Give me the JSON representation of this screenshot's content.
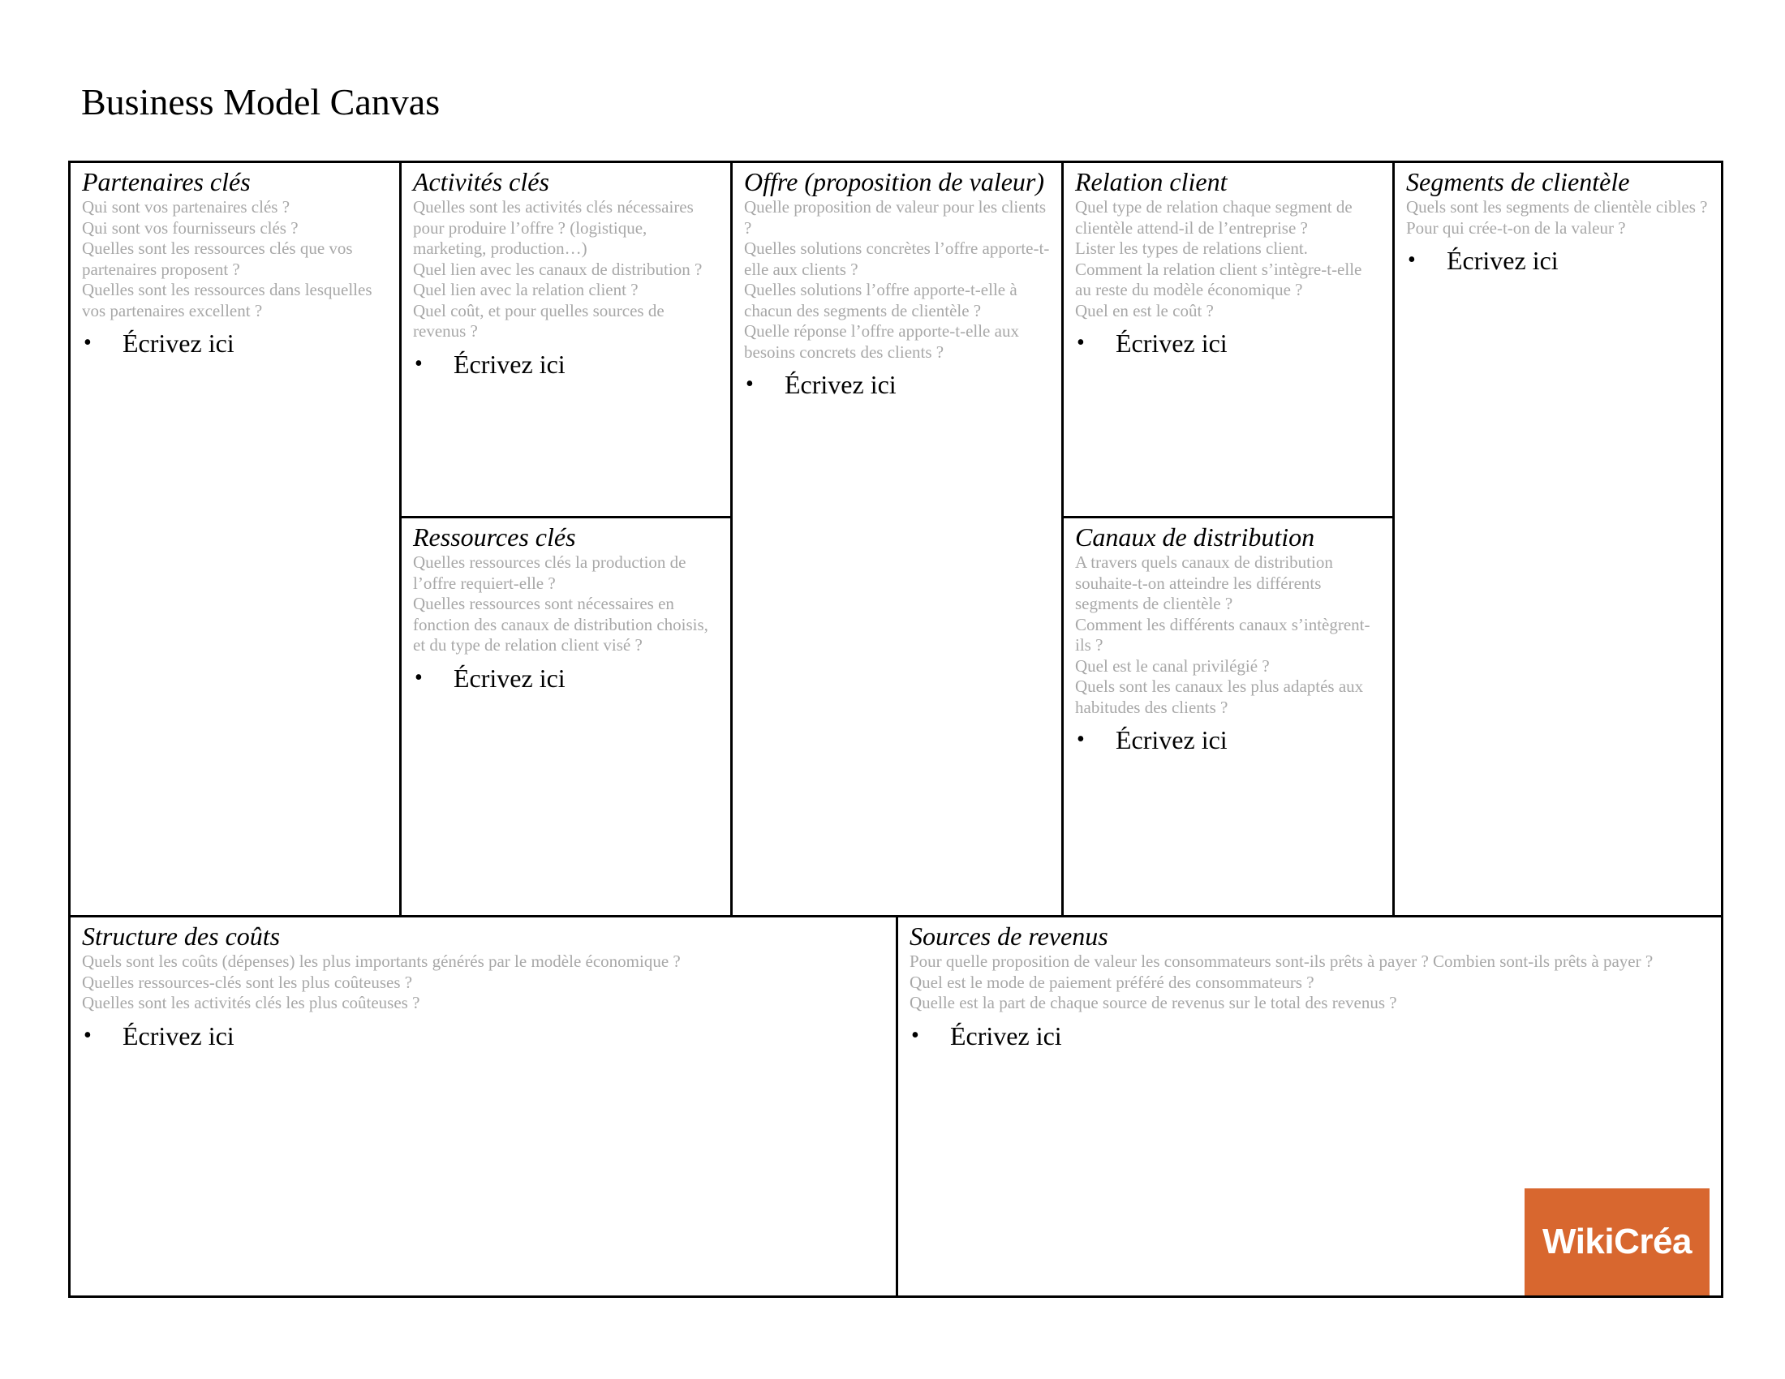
{
  "document": {
    "title": "Business Model Canvas"
  },
  "canvas": {
    "bullet_glyph": "•",
    "placeholder_text": "Écrivez ici",
    "partners": {
      "title": "Partenaires clés",
      "hints": [
        "Qui sont vos partenaires clés ?",
        "Qui sont vos fournisseurs clés ?",
        "Quelles sont les ressources clés que vos partenaires proposent ?",
        "Quelles sont les ressources dans lesquelles vos partenaires excellent ?"
      ],
      "bullet": "Écrivez ici"
    },
    "activities": {
      "title": "Activités clés",
      "hints": [
        "Quelles sont les activités clés nécessaires pour produire l’offre ? (logistique, marketing, production…)",
        "Quel lien avec les canaux de distribution ?",
        "Quel lien avec la relation client ?",
        "Quel coût, et pour quelles sources de revenus ?"
      ],
      "bullet": "Écrivez ici"
    },
    "resources": {
      "title": "Ressources clés",
      "hints": [
        "Quelles ressources clés la production de l’offre requiert-elle ?",
        "Quelles ressources sont nécessaires en fonction des canaux de distribution choisis, et du type de relation client visé ?"
      ],
      "bullet": "Écrivez ici"
    },
    "offer": {
      "title": "Offre (proposition de valeur)",
      "hints": [
        "Quelle proposition de valeur pour les clients ?",
        "Quelles solutions concrètes l’offre apporte-t-elle aux clients ?",
        "Quelles solutions l’offre apporte-t-elle à chacun des segments de clientèle ?",
        "Quelle réponse l’offre apporte-t-elle aux besoins concrets des clients ?"
      ],
      "bullet": "Écrivez ici"
    },
    "relation": {
      "title": "Relation client",
      "hints": [
        "Quel type de relation chaque segment de clientèle attend-il de l’entreprise ?",
        "Lister les types de relations client.",
        "Comment la relation client s’intègre-t-elle au reste du modèle économique ?",
        "Quel en est le coût ?"
      ],
      "bullet": "Écrivez ici"
    },
    "channels": {
      "title": "Canaux de distribution",
      "hints": [
        "A travers quels canaux de distribution souhaite-t-on atteindre les différents segments de clientèle ?",
        "Comment les différents canaux s’intègrent-ils ?",
        "Quel est le canal privilégié ?",
        "Quels sont les canaux les plus adaptés aux habitudes des clients ?"
      ],
      "bullet": "Écrivez ici"
    },
    "segments": {
      "title": "Segments de clientèle",
      "hints": [
        "Quels sont les segments de clientèle cibles ?",
        "Pour qui crée-t-on de la valeur ?"
      ],
      "bullet": "Écrivez ici"
    },
    "costs": {
      "title": "Structure des coûts",
      "hints": [
        "Quels sont les coûts (dépenses) les plus importants générés par le modèle économique ?",
        "Quelles ressources-clés sont les plus coûteuses ?",
        "Quelles sont les activités clés les plus coûteuses ?"
      ],
      "bullet": "Écrivez ici"
    },
    "revenues": {
      "title": "Sources de revenus",
      "hints": [
        "Pour quelle proposition de valeur les consommateurs sont-ils prêts à payer ? Combien sont-ils prêts à payer ?",
        "Quel est le mode de paiement préféré des consommateurs ?",
        "Quelle est la part de chaque source de revenus sur le total des revenus ?"
      ],
      "bullet": "Écrivez ici"
    }
  },
  "logo": {
    "text": "WikiCréa",
    "background_color": "#d8672f",
    "text_color": "#ffffff"
  },
  "colors": {
    "hint_text": "#a8a8a8",
    "border": "#000000"
  }
}
